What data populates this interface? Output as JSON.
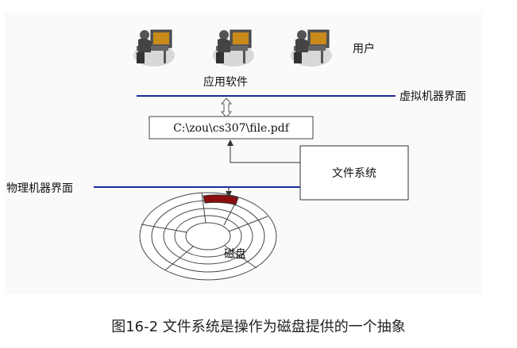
{
  "users_label": "用户",
  "app_software_label": "应用软件",
  "virtual_interface_label": "虚拟机器界面",
  "file_path": "C:\\zou\\cs307\\file.pdf",
  "file_system_label": "文件系统",
  "physical_interface_label": "物理机器界面",
  "disk_label": "磁盘",
  "caption": "图16-2 文件系统是操作为磁盘提供的一个抽象",
  "colors": {
    "interface_line": "#1c2a9c",
    "sector": "#8b0d0d"
  }
}
